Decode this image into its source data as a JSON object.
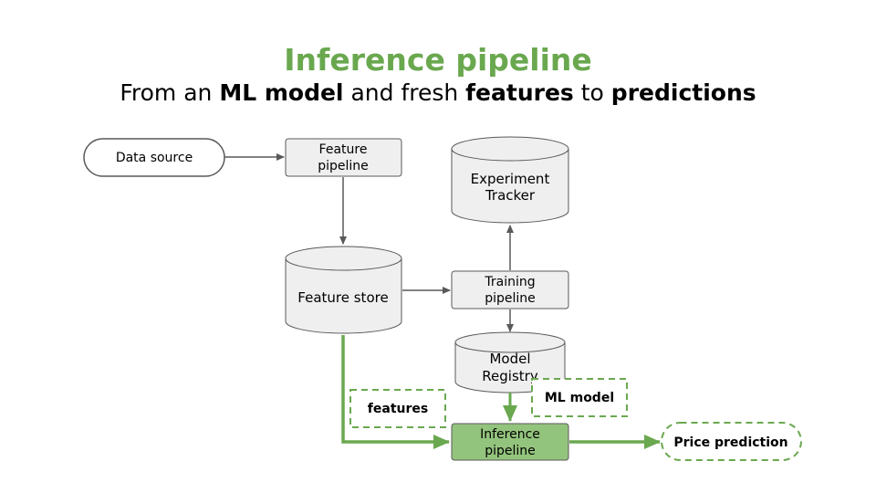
{
  "title": "Inference pipeline",
  "subtitle": {
    "part1": "From an ",
    "bold1": "ML model",
    "part2": " and fresh ",
    "bold2": "features",
    "part3": " to ",
    "bold3": "predictions"
  },
  "nodes": {
    "data_source": "Data source",
    "feature_pipeline": [
      "Feature",
      "pipeline"
    ],
    "feature_store": "Feature store",
    "experiment_tracker": [
      "Experiment",
      "Tracker"
    ],
    "training_pipeline": [
      "Training",
      "pipeline"
    ],
    "model_registry": [
      "Model",
      "Registry"
    ],
    "inference_pipeline": [
      "Inference",
      "pipeline"
    ],
    "price_prediction": "Price prediction"
  },
  "labels": {
    "features": "features",
    "ml_model": "ML model"
  },
  "colors": {
    "accent_green": "#6aa84f",
    "inference_fill": "#93c47d",
    "node_fill": "#efefef",
    "node_stroke": "#595959"
  }
}
